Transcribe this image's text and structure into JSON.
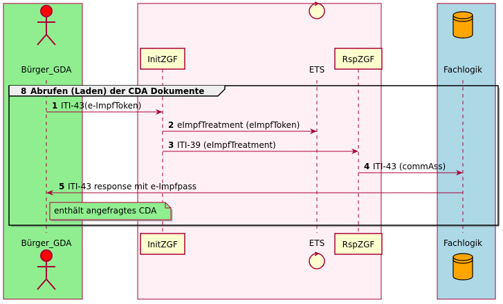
{
  "colors": {
    "box_buerger": "#90EE90",
    "box_initzgf": "#FFF0F5",
    "box_fachlogik": "#ADD8E6",
    "participant_fill": "#FEFECE",
    "participant_border": "#A80036",
    "actor_fill": "#FF0000",
    "database_fill": "#FFA500",
    "arrow": "#A80036",
    "note_fill": "#90EE90"
  },
  "participants": [
    {
      "id": "buerger",
      "label": "Bürger_GDA",
      "kind": "actor",
      "icon": "actor-icon"
    },
    {
      "id": "initzgf",
      "label": "InitZGF",
      "kind": "participant"
    },
    {
      "id": "ets",
      "label": "ETS",
      "kind": "control",
      "icon": "control-icon"
    },
    {
      "id": "rspzgf",
      "label": "RspZGF",
      "kind": "participant"
    },
    {
      "id": "fachlogik",
      "label": "Fachlogik",
      "kind": "database",
      "icon": "database-icon"
    }
  ],
  "group": {
    "number": "8",
    "title": "Abrufen (Laden) der CDA Dokumente"
  },
  "messages": [
    {
      "num": "1",
      "text": "ITI-43(e-ImpfToken)",
      "from": "buerger",
      "to": "initzgf"
    },
    {
      "num": "2",
      "text": "eImpfTreatment (eImpfToken)",
      "from": "initzgf",
      "to": "ets"
    },
    {
      "num": "3",
      "text": "ITI-39 (eImpfTreatment)",
      "from": "initzgf",
      "to": "rspzgf"
    },
    {
      "num": "4",
      "text": "ITI-43 (commAss)",
      "from": "rspzgf",
      "to": "fachlogik"
    },
    {
      "num": "5",
      "text": "ITI-43 response mit e-Impfpass",
      "from": "fachlogik",
      "to": "buerger"
    }
  ],
  "note": {
    "text": "enthält angefragtes CDA"
  }
}
